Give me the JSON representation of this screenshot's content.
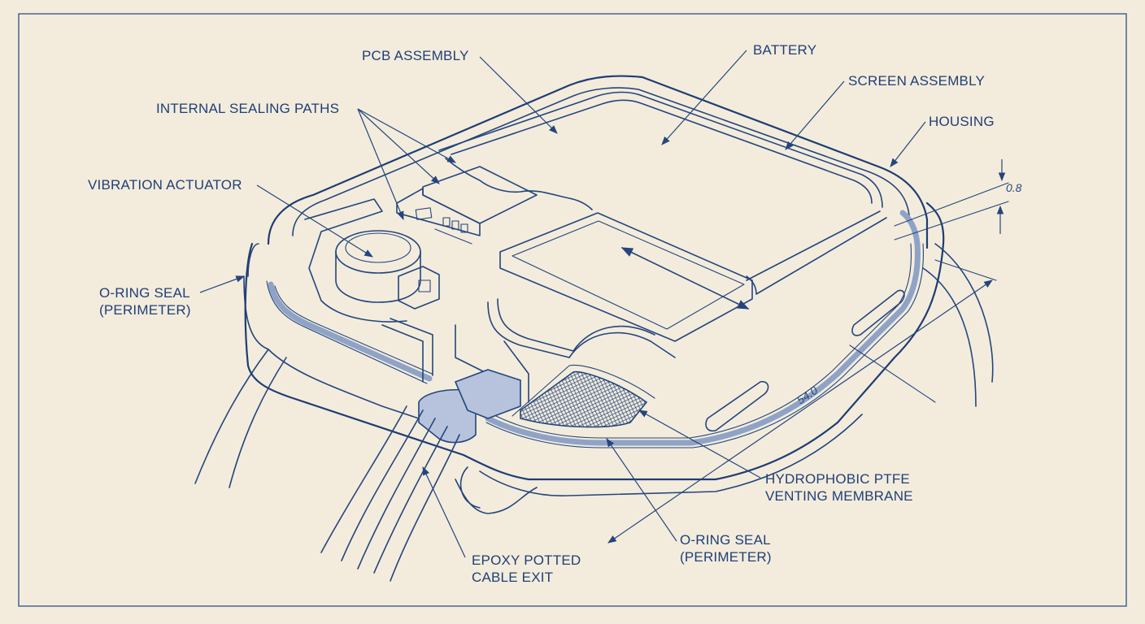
{
  "labels": {
    "pcb_assembly": "PCB ASSEMBLY",
    "battery": "BATTERY",
    "screen_assembly": "SCREEN ASSEMBLY",
    "housing": "HOUSING",
    "internal_sealing_paths": "INTERNAL SEALING PATHS",
    "vibration_actuator": "VIBRATION ACTUATOR",
    "oring_left_line1": "O-RING SEAL",
    "oring_left_line2": "(PERIMETER)",
    "ptfe_line1": "HYDROPHOBIC PTFE",
    "ptfe_line2": "VENTING MEMBRANE",
    "oring_bottom_line1": "O-RING SEAL",
    "oring_bottom_line2": "(PERIMETER)",
    "epoxy_line1": "EPOXY POTTED",
    "epoxy_line2": "CABLE EXIT"
  },
  "dimensions": {
    "thickness": "0.8",
    "length": "54.0"
  },
  "colors": {
    "paper": "#f3ecdc",
    "ink": "#24457d",
    "seal_fill": "#b7c3dc"
  }
}
